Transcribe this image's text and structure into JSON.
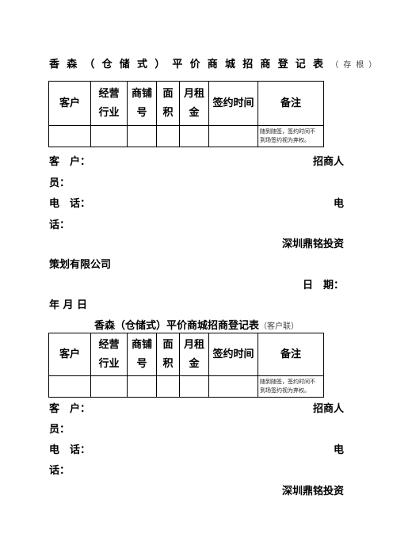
{
  "form1": {
    "title": "香森（仓储式）平价商城招商登记表",
    "title_note": "（存根）"
  },
  "form2": {
    "title": "香森（仓储式）平价商城招商登记表",
    "title_note": "（客户联）"
  },
  "table": {
    "headers": [
      "客户",
      "经营行业",
      "商铺号",
      "面积",
      "月租金",
      "签约时间",
      "备注"
    ],
    "note_line1": "随到随签，签约时间不",
    "note_line2": "到场签约视为弃权。"
  },
  "fields": {
    "customer_label": "客　户：",
    "manager_label_a": "招商人",
    "manager_label_b": "员：",
    "phone_label": "电　话：",
    "phone2_label_a": "电",
    "phone2_label_b": "话：",
    "company_a": "深圳鼎铭投资",
    "company_b": "策划有限公司",
    "date_label": "日　期：",
    "date_value": "年 月 日"
  }
}
